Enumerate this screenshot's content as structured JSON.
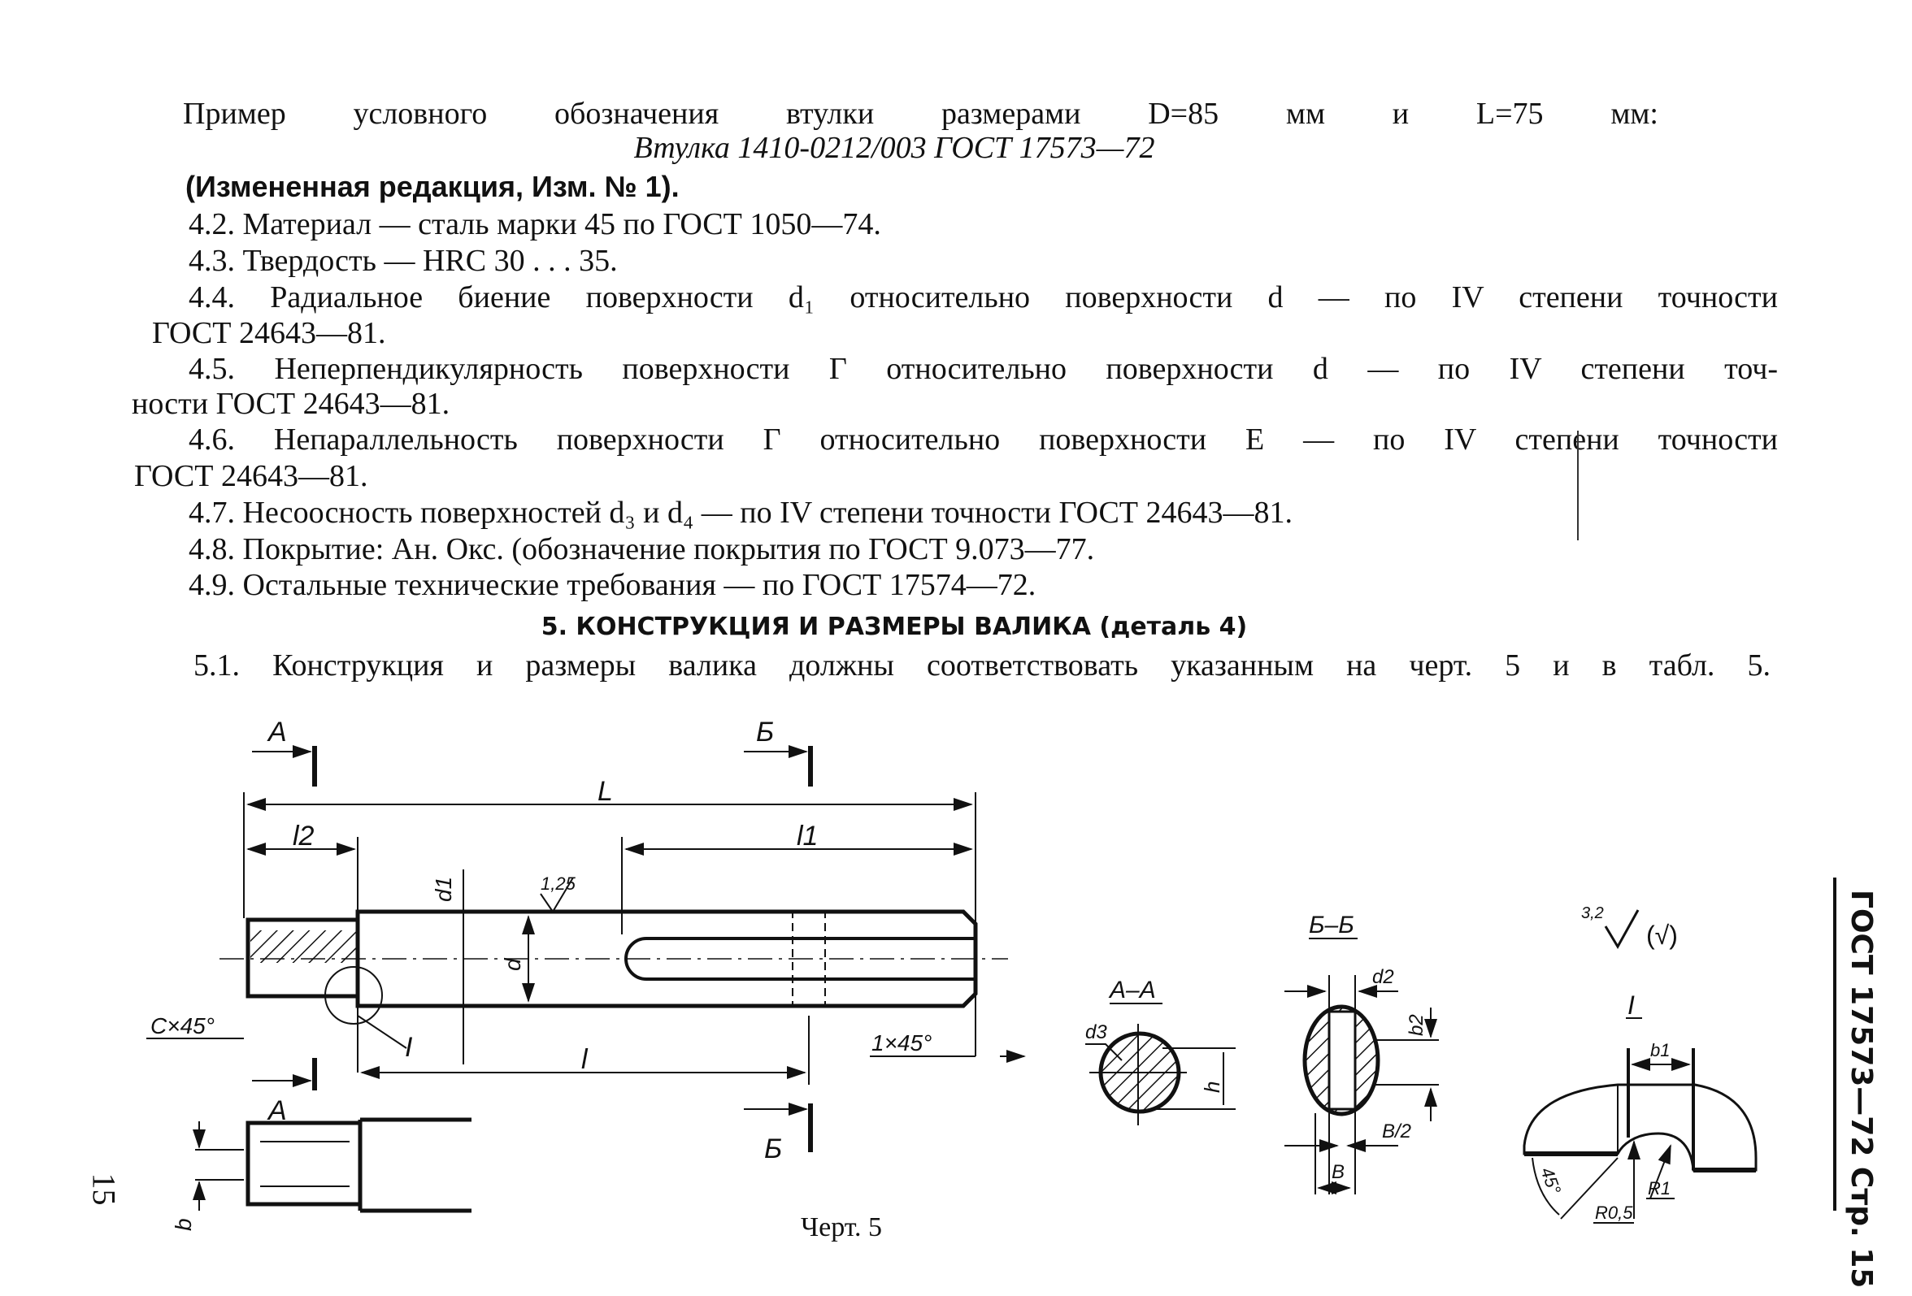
{
  "text": {
    "example_intro": "Пример условного обозначения  втулки  размерами D=85 мм и L=75 мм:",
    "example_designation": "Втулка 1410-0212/003 ГОСТ 17573—72",
    "amendment": "(Измененная редакция, Изм. № 1).",
    "p4_2": "4.2. Материал — сталь марки 45 по ГОСТ 1050—74.",
    "p4_3": "4.3. Твердость — HRC 30 . . . 35.",
    "p4_4a": "4.4. Радиальное биение поверхности d₁ относительно поверхности d — по IV степени точности",
    "p4_4b": "ГОСТ 24643—81.",
    "p4_5a": "4.5. Неперпендикулярность поверхности Г относительно поверхности d — по IV степени точ-",
    "p4_5b": "ности ГОСТ 24643—81.",
    "p4_6a": "4.6. Непараллельность поверхности Г относительно поверхности E — по IV степени точности",
    "p4_6b": "ГОСТ 24643—81.",
    "p4_7": "4.7. Несоосность поверхностей d₃ и d₄ — по IV степени точности ГОСТ 24643—81.",
    "p4_8": "4.8. Покрытие: Ан. Окс. (обозначение покрытия  по  ГОСТ 9.073—77.",
    "p4_9": "4.9. Остальные технические требования — по ГОСТ 17574—72.",
    "section5_heading": "5. КОНСТРУКЦИЯ И РАЗМЕРЫ ВАЛИКА (деталь 4)",
    "p5_1": "5.1. Конструкция и размеры валика должны соответствовать указанным на черт. 5 и в табл. 5."
  },
  "drawing": {
    "caption": "Черт. 5",
    "labels": {
      "section_a": "А",
      "section_b": "Б",
      "dim_L": "L",
      "dim_l2": "l2",
      "dim_l1": "l1",
      "dim_l": "l",
      "dim_d1": "d1",
      "dim_d": "d",
      "roughness": "1,25",
      "chamfer_c": "C×45°",
      "chamfer_1": "1×45°",
      "detail_ref": "I",
      "dim_b": "b",
      "view_aa": "А–А",
      "view_bb": "Б–Б",
      "dim_d3": "d3",
      "dim_h": "h",
      "dim_d2": "d2",
      "dim_b2": "b2",
      "dim_B_half": "B/2",
      "dim_B": "B",
      "roughness_general": "3,2",
      "roughness_paren": "(√)",
      "detail_title": "I",
      "dim_b1": "b1",
      "angle_45": "45°",
      "radius_r05": "R0,5",
      "radius_r1": "R1"
    }
  },
  "header": {
    "side_title": "ГОСТ 17573—72 Стр. 15",
    "page_number": "15"
  }
}
